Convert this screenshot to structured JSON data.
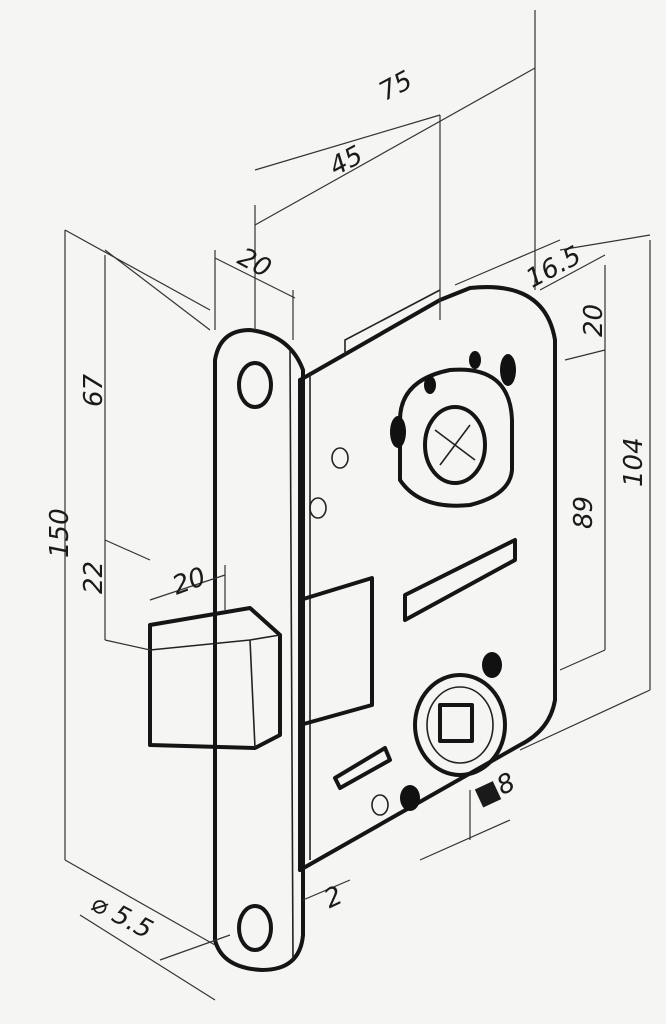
{
  "title": "Mortise lock dimension drawing",
  "dimensions": {
    "backset_total": "75",
    "backset": "45",
    "faceplate_width": "20",
    "top_offset": "16.5",
    "top_to_spindle": "20",
    "face_to_spindle": "67",
    "faceplate_height": "150",
    "latch_height": "22",
    "latch_projection": "20",
    "spindle_to_key": "89",
    "case_height": "104",
    "spindle_square": "■8",
    "faceplate_thickness": "2",
    "screw_hole": "⌀ 5.5"
  }
}
